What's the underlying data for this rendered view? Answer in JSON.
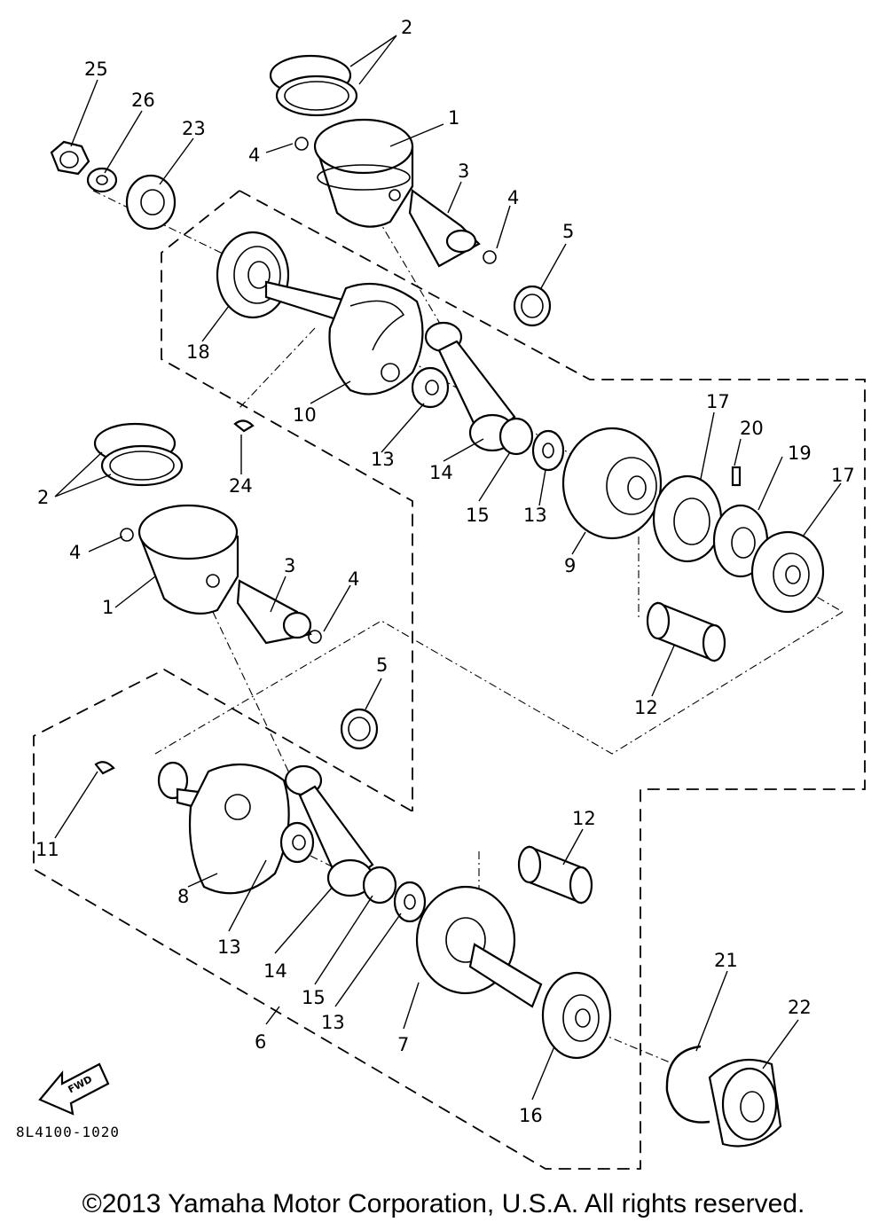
{
  "diagram": {
    "ref_code": "8L4100-1020",
    "fwd_label": "FWD",
    "copyright": "©2013 Yamaha Motor Corporation, U.S.A. All rights reserved.",
    "callouts": [
      {
        "id": "c2a",
        "label": "2"
      },
      {
        "id": "c25",
        "label": "25"
      },
      {
        "id": "c26",
        "label": "26"
      },
      {
        "id": "c23",
        "label": "23"
      },
      {
        "id": "c1a",
        "label": "1"
      },
      {
        "id": "c4a",
        "label": "4"
      },
      {
        "id": "c3a",
        "label": "3"
      },
      {
        "id": "c4b",
        "label": "4"
      },
      {
        "id": "c5a",
        "label": "5"
      },
      {
        "id": "c18",
        "label": "18"
      },
      {
        "id": "c10",
        "label": "10"
      },
      {
        "id": "c13a",
        "label": "13"
      },
      {
        "id": "c14a",
        "label": "14"
      },
      {
        "id": "c15a",
        "label": "15"
      },
      {
        "id": "c13b",
        "label": "13"
      },
      {
        "id": "c24",
        "label": "24"
      },
      {
        "id": "c17a",
        "label": "17"
      },
      {
        "id": "c20",
        "label": "20"
      },
      {
        "id": "c19",
        "label": "19"
      },
      {
        "id": "c17b",
        "label": "17"
      },
      {
        "id": "c9",
        "label": "9"
      },
      {
        "id": "c2b",
        "label": "2"
      },
      {
        "id": "c4c",
        "label": "4"
      },
      {
        "id": "c3b",
        "label": "3"
      },
      {
        "id": "c4d",
        "label": "4"
      },
      {
        "id": "c1b",
        "label": "1"
      },
      {
        "id": "c12a",
        "label": "12"
      },
      {
        "id": "c5b",
        "label": "5"
      },
      {
        "id": "c11",
        "label": "11"
      },
      {
        "id": "c12b",
        "label": "12"
      },
      {
        "id": "c8",
        "label": "8"
      },
      {
        "id": "c13c",
        "label": "13"
      },
      {
        "id": "c14b",
        "label": "14"
      },
      {
        "id": "c15b",
        "label": "15"
      },
      {
        "id": "c13d",
        "label": "13"
      },
      {
        "id": "c7",
        "label": "7"
      },
      {
        "id": "c6",
        "label": "6"
      },
      {
        "id": "c16",
        "label": "16"
      },
      {
        "id": "c21",
        "label": "21"
      },
      {
        "id": "c22",
        "label": "22"
      }
    ]
  }
}
